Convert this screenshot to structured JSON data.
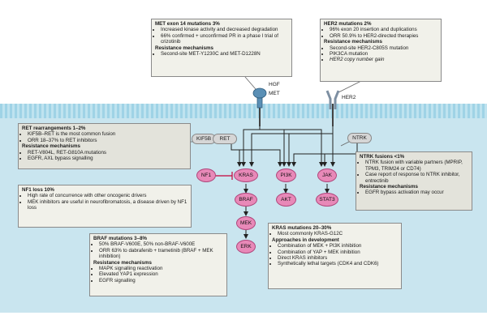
{
  "met_box": {
    "title": "MET exon 14 mutations 3%",
    "items": [
      "Increased kinase activity and decreased degradation",
      "66% confirmed + unconfirmed PR in a phase I trial of crizotinib"
    ],
    "resist_title": "Resistance mechanisms",
    "resist_items": [
      "Second-site MET-Y1230C and MET-D1228N"
    ]
  },
  "her2_box": {
    "title": "HER2 mutations 2%",
    "items": [
      "96% exon 20 insertion and duplications",
      "ORR 50.9% to HER2-directed therapies"
    ],
    "resist_title": "Resistance mechanisms",
    "resist_items": [
      "Second-site HER2-C805S mutation",
      "PIK3CA mutation",
      "HER2 copy number gain"
    ]
  },
  "ret_box": {
    "title": "RET rearrangements 1–2%",
    "items": [
      "KIF5B–RET is the most common fusion",
      "ORR 18–37% to RET inhibitors"
    ],
    "resist_title": "Resistance mechanisms",
    "resist_items": [
      "RET-V804L, RET-G810A mutations",
      "EGFR, AXL bypass signalling"
    ]
  },
  "nf1_box": {
    "title": "NF1 loss 10%",
    "items": [
      "High rate of concurrence with other oncogenic drivers",
      "MEK inhibitors are useful in neurofibromatosis, a disease driven by NF1 loss"
    ]
  },
  "ntrk_box": {
    "title": "NTRK fusions <1%",
    "items": [
      "NTRK fusion with variable partners (MPRIP, TPM3, TRIM24 or CD74)",
      "Case report of response to NTRK inhibitor, entrectinib"
    ],
    "resist_title": "Resistance mechanisms",
    "resist_items": [
      "EGFR bypass activation may occur"
    ]
  },
  "braf_box": {
    "title": "BRAF mutations 3–8%",
    "items": [
      "50% BRAF-V600E, 50% non-BRAF-V600E",
      "ORR 63% to dabrafenib + trametinib (BRAF + MEK inhibition)"
    ],
    "resist_title": "Resistance mechanisms",
    "resist_items": [
      "MAPK signalling reactivation",
      "Elevated YAP1 expression",
      "EGFR signalling"
    ]
  },
  "kras_box": {
    "title": "KRAS mutations 20–30%",
    "items": [
      "Most commonly KRAS-G12C"
    ],
    "dev_title": "Approaches in development",
    "dev_items": [
      "Combination of MEK + PI3K inhibition",
      "Combination of YAP + MEK inhibition",
      "Direct KRAS inhibitors",
      "Synthetically lethal targets (CDK4 and CDK6)"
    ]
  },
  "receptors": {
    "hgf": "HGF",
    "met": "MET",
    "her2": "HER2",
    "kif5b": "KIF5B",
    "ret": "RET",
    "ntrk": "NTRK"
  },
  "nodes": {
    "nf1": "NF1",
    "kras": "KRAS",
    "braf": "BRAF",
    "mek": "MEK",
    "erk": "ERK",
    "pi3k": "PI3K",
    "akt": "AKT",
    "jak": "JAK",
    "stat3": "STAT3"
  },
  "colors": {
    "node_fill": "#e889b8",
    "membrane": "#9fd3e6",
    "cytosol": "#c9e5ef",
    "box_fill": "#f1f1ea"
  }
}
